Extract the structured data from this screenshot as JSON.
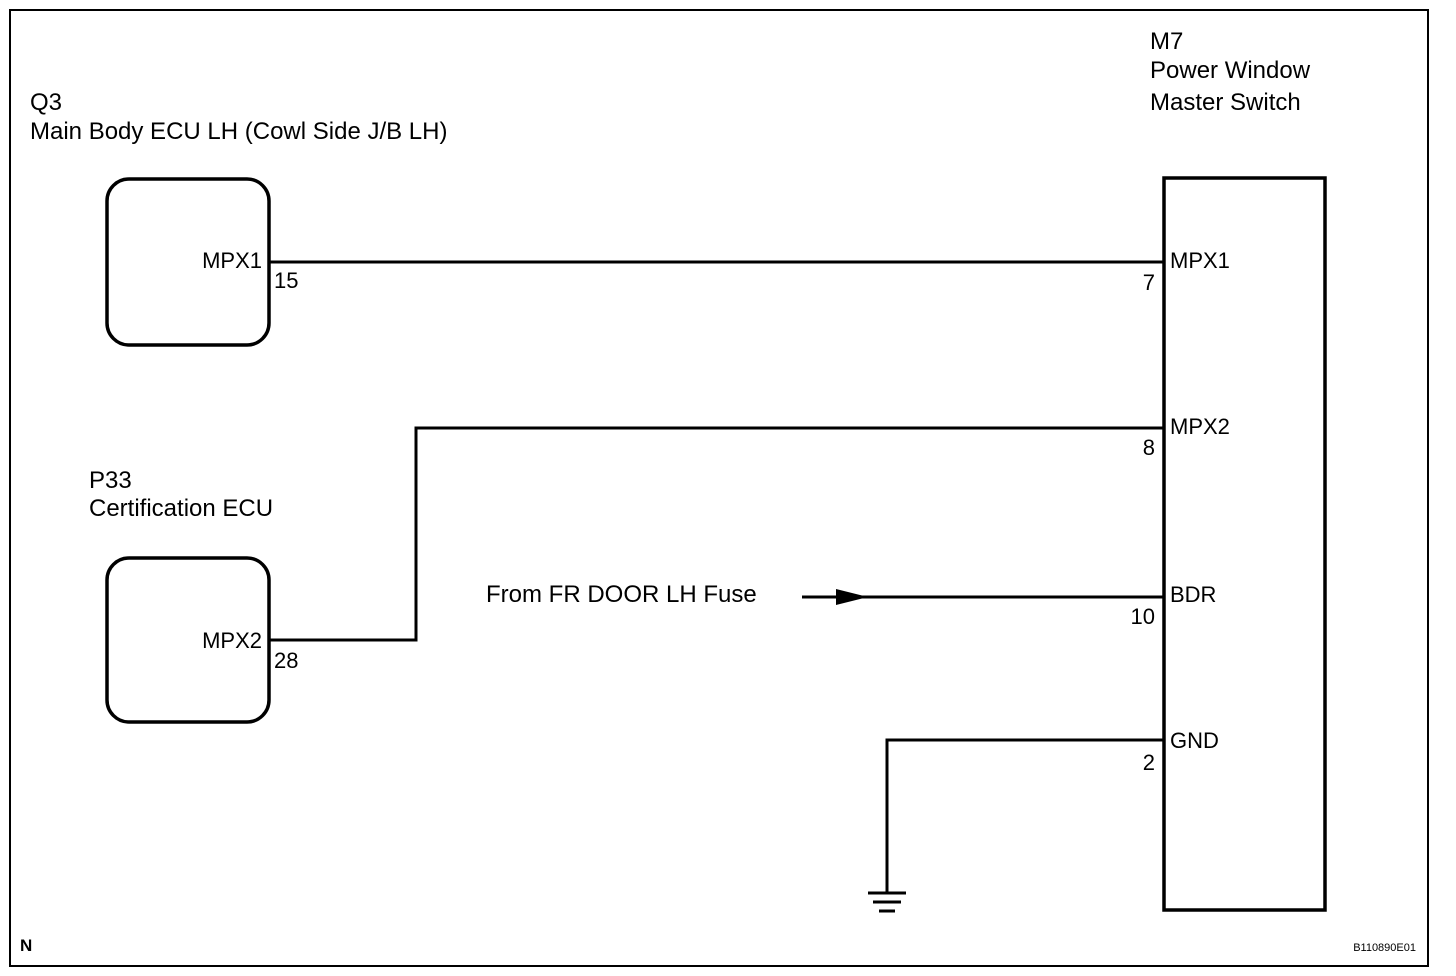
{
  "components": {
    "q3": {
      "code": "Q3",
      "name": "Main Body ECU LH (Cowl Side J/B LH)",
      "terminal": {
        "name": "MPX1",
        "pin": "15"
      }
    },
    "p33": {
      "code": "P33",
      "name": "Certification ECU",
      "terminal": {
        "name": "MPX2",
        "pin": "28"
      }
    },
    "m7": {
      "code": "M7",
      "name_line1": "Power Window",
      "name_line2": "Master Switch",
      "terminals": [
        {
          "name": "MPX1",
          "pin": "7"
        },
        {
          "name": "MPX2",
          "pin": "8"
        },
        {
          "name": "BDR",
          "pin": "10"
        },
        {
          "name": "GND",
          "pin": "2"
        }
      ]
    }
  },
  "power_source": {
    "label": "From FR DOOR LH Fuse"
  },
  "footer": {
    "corner_mark": "N",
    "figure_code": "B110890E01"
  },
  "icons": {
    "ground": "ground-icon",
    "arrow": "arrow-head-icon"
  }
}
